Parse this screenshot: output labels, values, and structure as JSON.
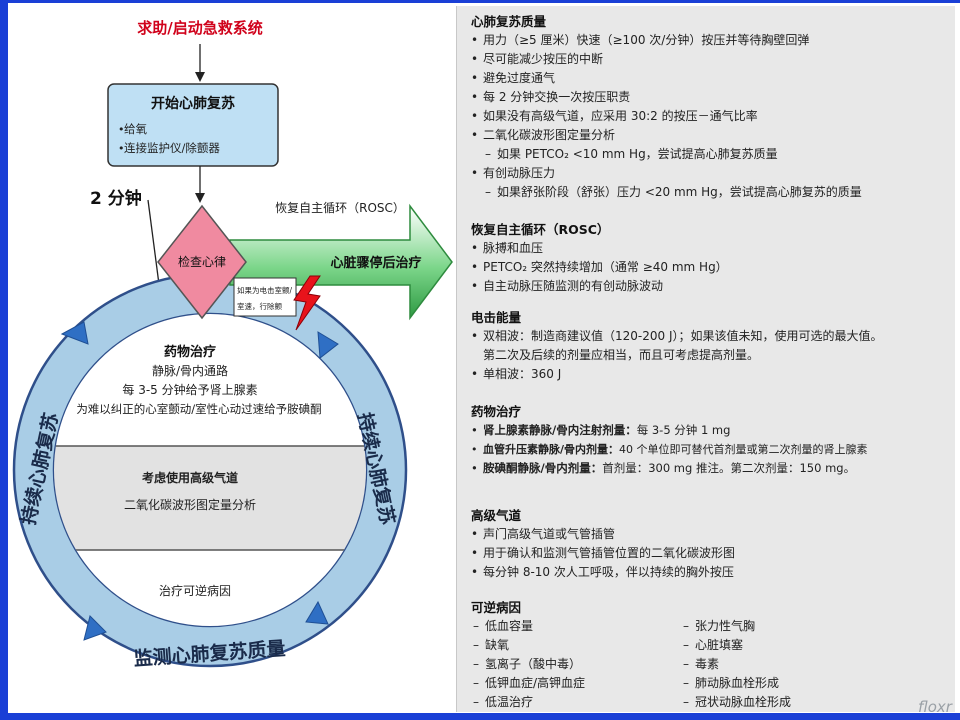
{
  "diagram": {
    "top_title": "求助/启动急救系统",
    "start_box": {
      "title": "开始心肺复苏",
      "items": [
        "给氧",
        "连接监护仪/除颤器"
      ]
    },
    "two_min": "2 分钟",
    "rosc_label": "恢复自主循环（ROSC）",
    "arrow_label": "心脏骤停后治疗",
    "check_rhythm": "检查心律",
    "shock_box": [
      "如果为电击室颤/",
      "室速，行除颤"
    ],
    "drug": {
      "title": "药物治疗",
      "lines": [
        "静脉/骨内通路",
        "每 3-5 分钟给予肾上腺素",
        "为难以纠正的心室颤动/室性心动过速给予胺碘酮"
      ]
    },
    "airway": {
      "lines": [
        "考虑使用高级气道",
        "二氧化碳波形图定量分析"
      ]
    },
    "reversible": "治疗可逆病因",
    "ring_left": "持续心肺复苏",
    "ring_right": "持续心肺复苏",
    "ring_bottom": "监测心肺复苏质量"
  },
  "panel": {
    "cpr_quality": {
      "title": "心肺复苏质量",
      "items": [
        {
          "t": "b",
          "text": "用力（≥5 厘米）快速（≥100 次/分钟）按压并等待胸壁回弹"
        },
        {
          "t": "b",
          "text": "尽可能减少按压的中断"
        },
        {
          "t": "b",
          "text": "避免过度通气"
        },
        {
          "t": "b",
          "text": "每 2 分钟交换一次按压职责"
        },
        {
          "t": "b",
          "text": "如果没有高级气道，应采用 30:2 的按压－通气比率"
        },
        {
          "t": "b",
          "text": "二氧化碳波形图定量分析"
        },
        {
          "t": "s",
          "text": "如果 PETCO₂ <10 mm Hg，尝试提高心肺复苏质量"
        },
        {
          "t": "b",
          "text": "有创动脉压力"
        },
        {
          "t": "s",
          "text": "如果舒张阶段（舒张）压力 <20 mm Hg，尝试提高心肺复苏的质量"
        }
      ]
    },
    "rosc": {
      "title": "恢复自主循环（ROSC）",
      "items": [
        "脉搏和血压",
        "PETCO₂ 突然持续增加（通常 ≥40 mm Hg）",
        "自主动脉压随监测的有创动脉波动"
      ]
    },
    "shock": {
      "title": "电击能量",
      "items": [
        {
          "t": "b",
          "text": "双相波：制造商建议值（120-200 J）；如果该值未知，使用可选的最大值。"
        },
        {
          "t": "c",
          "text": "第二次及后续的剂量应相当，而且可考虑提高剂量。"
        },
        {
          "t": "b",
          "text": "单相波：360 J"
        }
      ]
    },
    "drugs": {
      "title": "药物治疗",
      "items": [
        {
          "label": "肾上腺素静脉/骨内注射剂量：",
          "text": "每 3-5 分钟 1 mg"
        },
        {
          "label": "血管升压素静脉/骨内剂量：",
          "text": "40 个单位即可替代首剂量或第二次剂量的肾上腺素"
        },
        {
          "label": "胺碘酮静脉/骨内剂量：",
          "text": "首剂量：300 mg 推注。第二次剂量：150 mg。"
        }
      ]
    },
    "airway": {
      "title": "高级气道",
      "items": [
        "声门高级气道或气管插管",
        "用于确认和监测气管插管位置的二氧化碳波形图",
        "每分钟 8-10 次人工呼吸，伴以持续的胸外按压"
      ]
    },
    "causes": {
      "title": "可逆病因",
      "left": [
        "低血容量",
        "缺氧",
        "氢离子（酸中毒）",
        "低钾血症/高钾血症",
        "低温治疗"
      ],
      "right": [
        "张力性气胸",
        "心脏填塞",
        "毒素",
        "肺动脉血栓形成",
        "冠状动脉血栓形成"
      ]
    }
  },
  "watermark": "floxr",
  "colors": {
    "frame": "#1a3fd6",
    "ring": "#a9cde6",
    "arrow_green": "#4caf50",
    "diamond": "#f08aa0",
    "title_red": "#d0021b"
  }
}
